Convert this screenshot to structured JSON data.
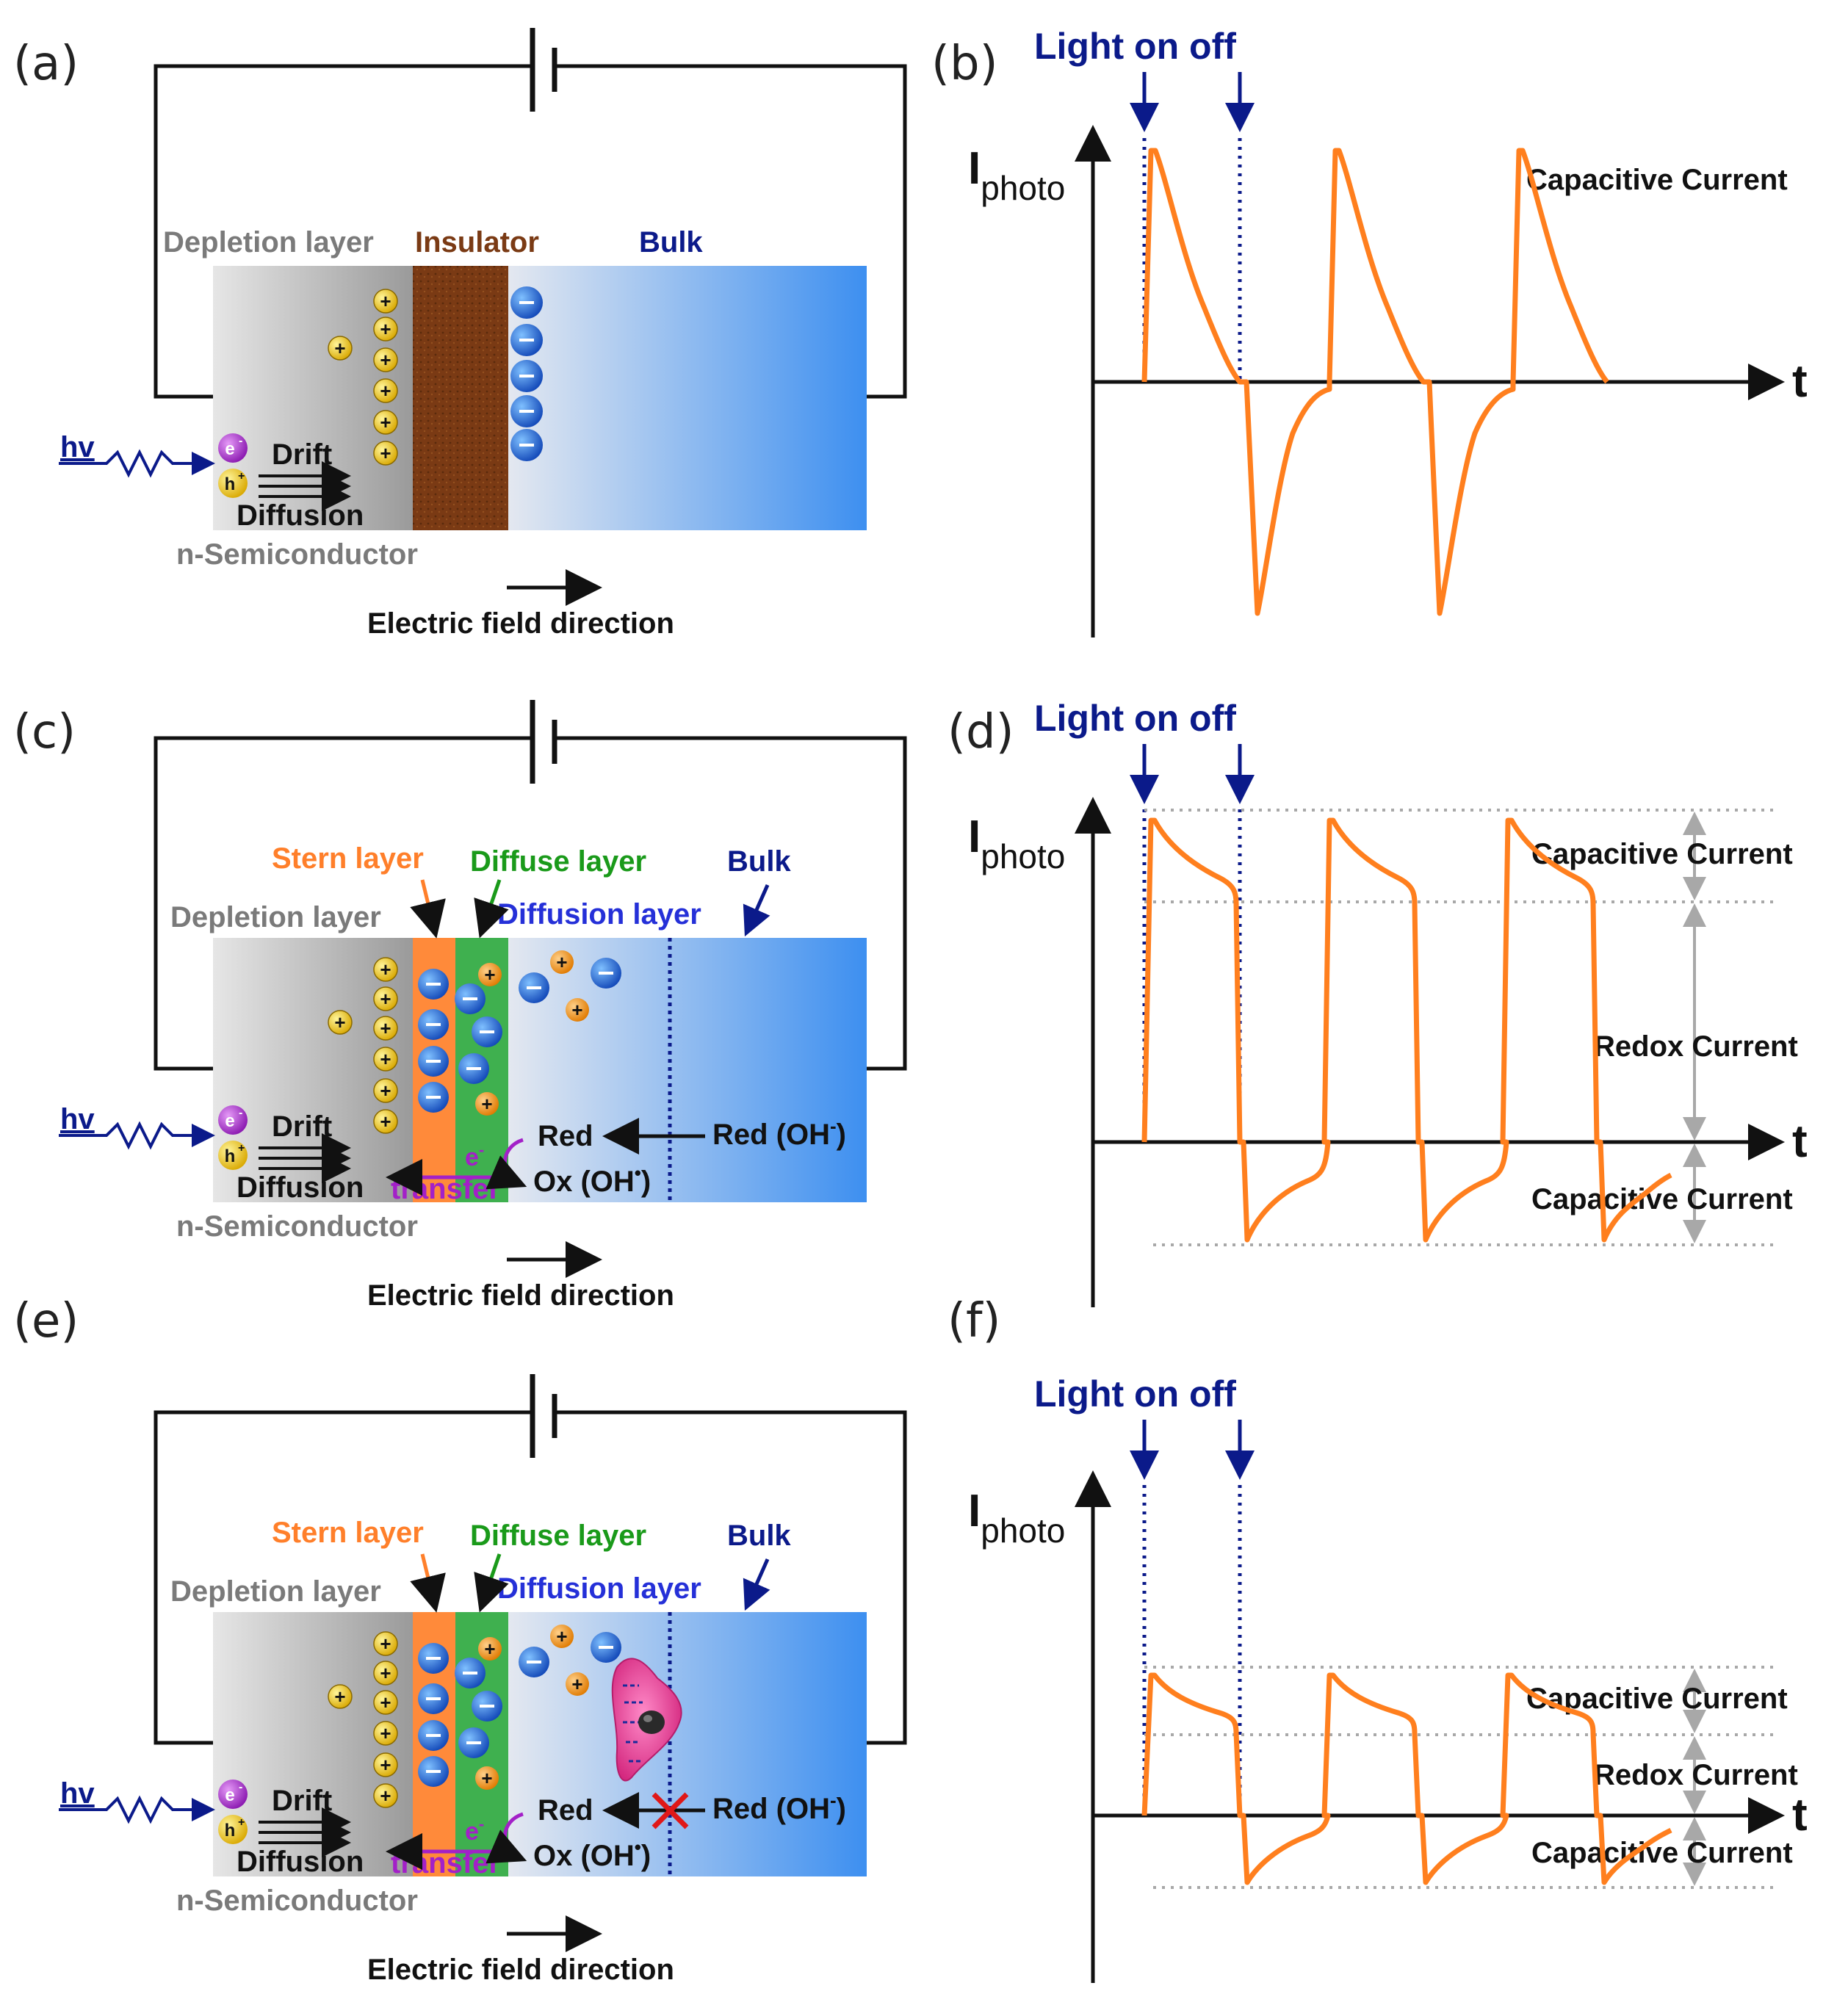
{
  "panels": {
    "a": {
      "letter": "(a)",
      "depletion": "Depletion layer",
      "insulator": "Insulator",
      "bulk": "Bulk",
      "hv": "hv",
      "electron": "e",
      "electron_sup": "-",
      "hole": "h",
      "hole_sup": "+",
      "drift": "Drift",
      "diffusion": "Diffusion",
      "semiconductor": "n-Semiconductor",
      "efield": "Electric field direction"
    },
    "b": {
      "letter": "(b)",
      "light": "Light on off",
      "ylabel_main": "I",
      "ylabel_sub": "photo",
      "xlabel": "t",
      "capacitive": "Capacitive Current"
    },
    "c": {
      "letter": "(c)",
      "stern": "Stern layer",
      "diffuse": "Diffuse layer",
      "bulk": "Bulk",
      "depletion": "Depletion layer",
      "diffusion_layer": "Diffusion layer",
      "hv": "hv",
      "drift": "Drift",
      "diffusion": "Diffusion",
      "transfer": "transfer",
      "electron": "e",
      "electron_sup": "-",
      "hole": "h",
      "hole_sup": "+",
      "red": "Red",
      "red_oh": "Red (OH",
      "red_oh_sup": "-",
      "red_oh_close": ")",
      "ox_oh": "Ox (OH",
      "ox_oh_sup": "•",
      "ox_oh_close": ")",
      "semiconductor": "n-Semiconductor",
      "efield": "Electric field direction"
    },
    "d": {
      "letter": "(d)",
      "light": "Light on off",
      "ylabel_main": "I",
      "ylabel_sub": "photo",
      "xlabel": "t",
      "capacitive_top": "Capacitive Current",
      "redox": "Redox Current",
      "capacitive_bottom": "Capacitive Current"
    },
    "e": {
      "letter": "(e)",
      "stern": "Stern layer",
      "diffuse": "Diffuse layer",
      "bulk": "Bulk",
      "depletion": "Depletion layer",
      "diffusion_layer": "Diffusion layer",
      "hv": "hv",
      "drift": "Drift",
      "diffusion": "Diffusion",
      "transfer": "transfer",
      "electron": "e",
      "electron_sup": "-",
      "hole": "h",
      "hole_sup": "+",
      "red": "Red",
      "red_oh": "Red (OH",
      "red_oh_sup": "-",
      "red_oh_close": ")",
      "ox_oh": "Ox (OH",
      "ox_oh_sup": "•",
      "ox_oh_close": ")",
      "semiconductor": "n-Semiconductor",
      "efield": "Electric field direction"
    },
    "f": {
      "letter": "(f)",
      "light": "Light on off",
      "ylabel_main": "I",
      "ylabel_sub": "photo",
      "xlabel": "t",
      "capacitive_top": "Capacitive Current",
      "redox": "Redox Current",
      "capacitive_bottom": "Capacitive Current"
    }
  },
  "colors": {
    "trace": "#ff7f1e",
    "navy": "#0b1a8a",
    "orange_label": "#ff7f2a",
    "green_label": "#1a9a1a",
    "blue_label": "#2530d8",
    "gray_label": "#7a7a7a",
    "insulator": "#7a3a14",
    "stern": "#ff8a3a",
    "diffuse": "#3fb04f",
    "purple": "#a320c8",
    "cross": "#e01818"
  }
}
